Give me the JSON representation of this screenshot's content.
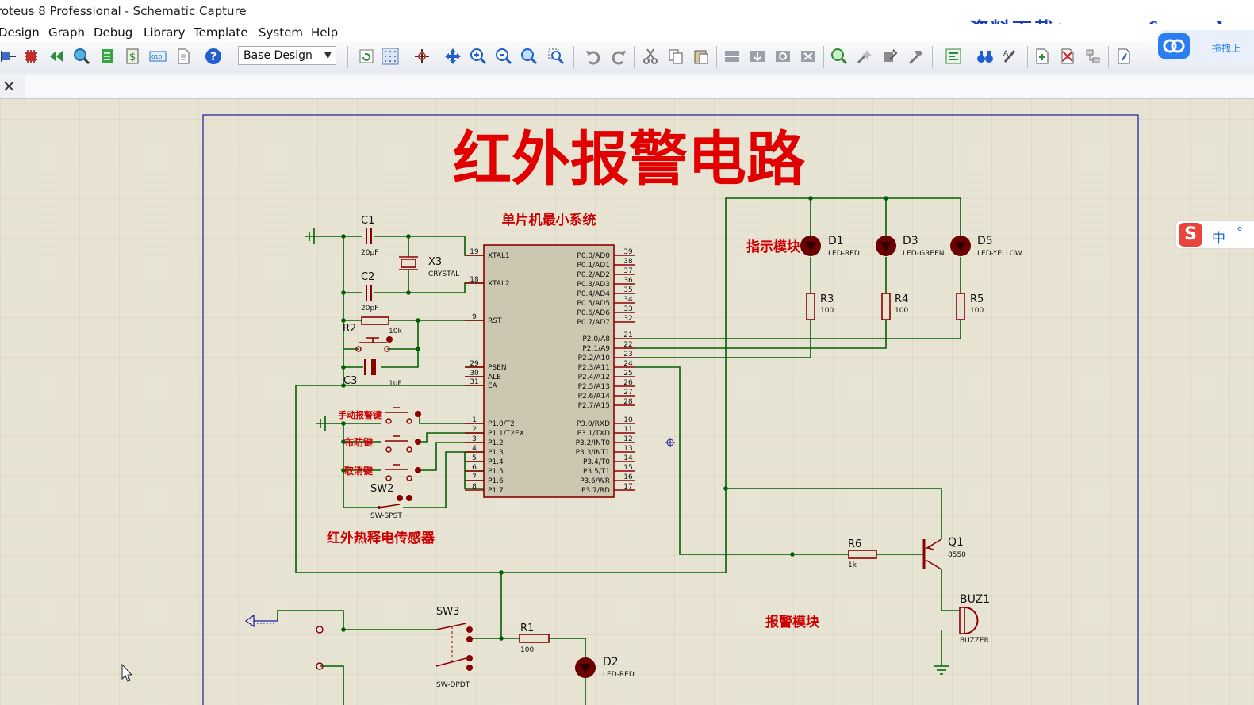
{
  "window": {
    "title": "roteus 8 Professional - Schematic Capture"
  },
  "watermark": "资料下载： www.fangzhe",
  "menu": [
    "Design",
    "Graph",
    "Debug",
    "Library",
    "Template",
    "System",
    "Help"
  ],
  "toolbar": {
    "design_select": "Base Design"
  },
  "cloud": {
    "label": "拖拽上"
  },
  "ime": {
    "logo": "S",
    "mode": "中",
    "dot": "°"
  },
  "schematic": {
    "title": "红外报警电路",
    "sections": {
      "mcu": "单片机最小系统",
      "indicator": "指示模块",
      "sensor": "红外热释电传感器",
      "alarm": "报警模块"
    },
    "buttons": {
      "manual": "手动报警键",
      "arm": "布防键",
      "cancel": "取消键"
    },
    "components": {
      "C1": {
        "ref": "C1",
        "value": "20pF"
      },
      "C2": {
        "ref": "C2",
        "value": "20pF"
      },
      "C3": {
        "ref": "C3",
        "value": "1uF"
      },
      "X3": {
        "ref": "X3",
        "value": "CRYSTAL"
      },
      "R2": {
        "ref": "R2",
        "value": "10k"
      },
      "SW2": {
        "ref": "SW2",
        "value": "SW-SPST"
      },
      "SW3": {
        "ref": "SW3",
        "value": "SW-DPDT"
      },
      "R1": {
        "ref": "R1",
        "value": "100"
      },
      "D2": {
        "ref": "D2",
        "value": "LED-RED"
      },
      "D1": {
        "ref": "D1",
        "value": "LED-RED"
      },
      "D3": {
        "ref": "D3",
        "value": "LED-GREEN"
      },
      "D5": {
        "ref": "D5",
        "value": "LED-YELLOW"
      },
      "R3": {
        "ref": "R3",
        "value": "100"
      },
      "R4": {
        "ref": "R4",
        "value": "100"
      },
      "R5": {
        "ref": "R5",
        "value": "100"
      },
      "R6": {
        "ref": "R6",
        "value": "1k"
      },
      "Q1": {
        "ref": "Q1",
        "value": "8550"
      },
      "BUZ1": {
        "ref": "BUZ1",
        "value": "BUZZER"
      }
    },
    "mcu_pins": {
      "left": [
        {
          "num": "19",
          "name": "XTAL1"
        },
        {
          "num": "18",
          "name": "XTAL2"
        },
        {
          "num": "9",
          "name": "RST"
        },
        {
          "num": "29",
          "name": "PSEN"
        },
        {
          "num": "30",
          "name": "ALE"
        },
        {
          "num": "31",
          "name": "EA"
        },
        {
          "num": "1",
          "name": "P1.0/T2"
        },
        {
          "num": "2",
          "name": "P1.1/T2EX"
        },
        {
          "num": "3",
          "name": "P1.2"
        },
        {
          "num": "4",
          "name": "P1.3"
        },
        {
          "num": "5",
          "name": "P1.4"
        },
        {
          "num": "6",
          "name": "P1.5"
        },
        {
          "num": "7",
          "name": "P1.6"
        },
        {
          "num": "8",
          "name": "P1.7"
        }
      ],
      "right": [
        {
          "num": "39",
          "name": "P0.0/AD0"
        },
        {
          "num": "38",
          "name": "P0.1/AD1"
        },
        {
          "num": "37",
          "name": "P0.2/AD2"
        },
        {
          "num": "36",
          "name": "P0.3/AD3"
        },
        {
          "num": "35",
          "name": "P0.4/AD4"
        },
        {
          "num": "34",
          "name": "P0.5/AD5"
        },
        {
          "num": "33",
          "name": "P0.6/AD6"
        },
        {
          "num": "32",
          "name": "P0.7/AD7"
        },
        {
          "num": "21",
          "name": "P2.0/A8"
        },
        {
          "num": "22",
          "name": "P2.1/A9"
        },
        {
          "num": "23",
          "name": "P2.2/A10"
        },
        {
          "num": "24",
          "name": "P2.3/A11"
        },
        {
          "num": "25",
          "name": "P2.4/A12"
        },
        {
          "num": "26",
          "name": "P2.5/A13"
        },
        {
          "num": "27",
          "name": "P2.6/A14"
        },
        {
          "num": "28",
          "name": "P2.7/A15"
        },
        {
          "num": "10",
          "name": "P3.0/RXD"
        },
        {
          "num": "11",
          "name": "P3.1/TXD"
        },
        {
          "num": "12",
          "name": "P3.2/INT0"
        },
        {
          "num": "13",
          "name": "P3.3/INT1"
        },
        {
          "num": "14",
          "name": "P3.4/T0"
        },
        {
          "num": "15",
          "name": "P3.5/T1"
        },
        {
          "num": "16",
          "name": "P3.6/WR"
        },
        {
          "num": "17",
          "name": "P3.7/RD"
        }
      ]
    },
    "colors": {
      "wire": "#006000",
      "component": "#8b0000",
      "title": "#e00000",
      "label": "#cc0000",
      "chip": "#ccc7b0",
      "grid": "#d6d1c0"
    }
  }
}
